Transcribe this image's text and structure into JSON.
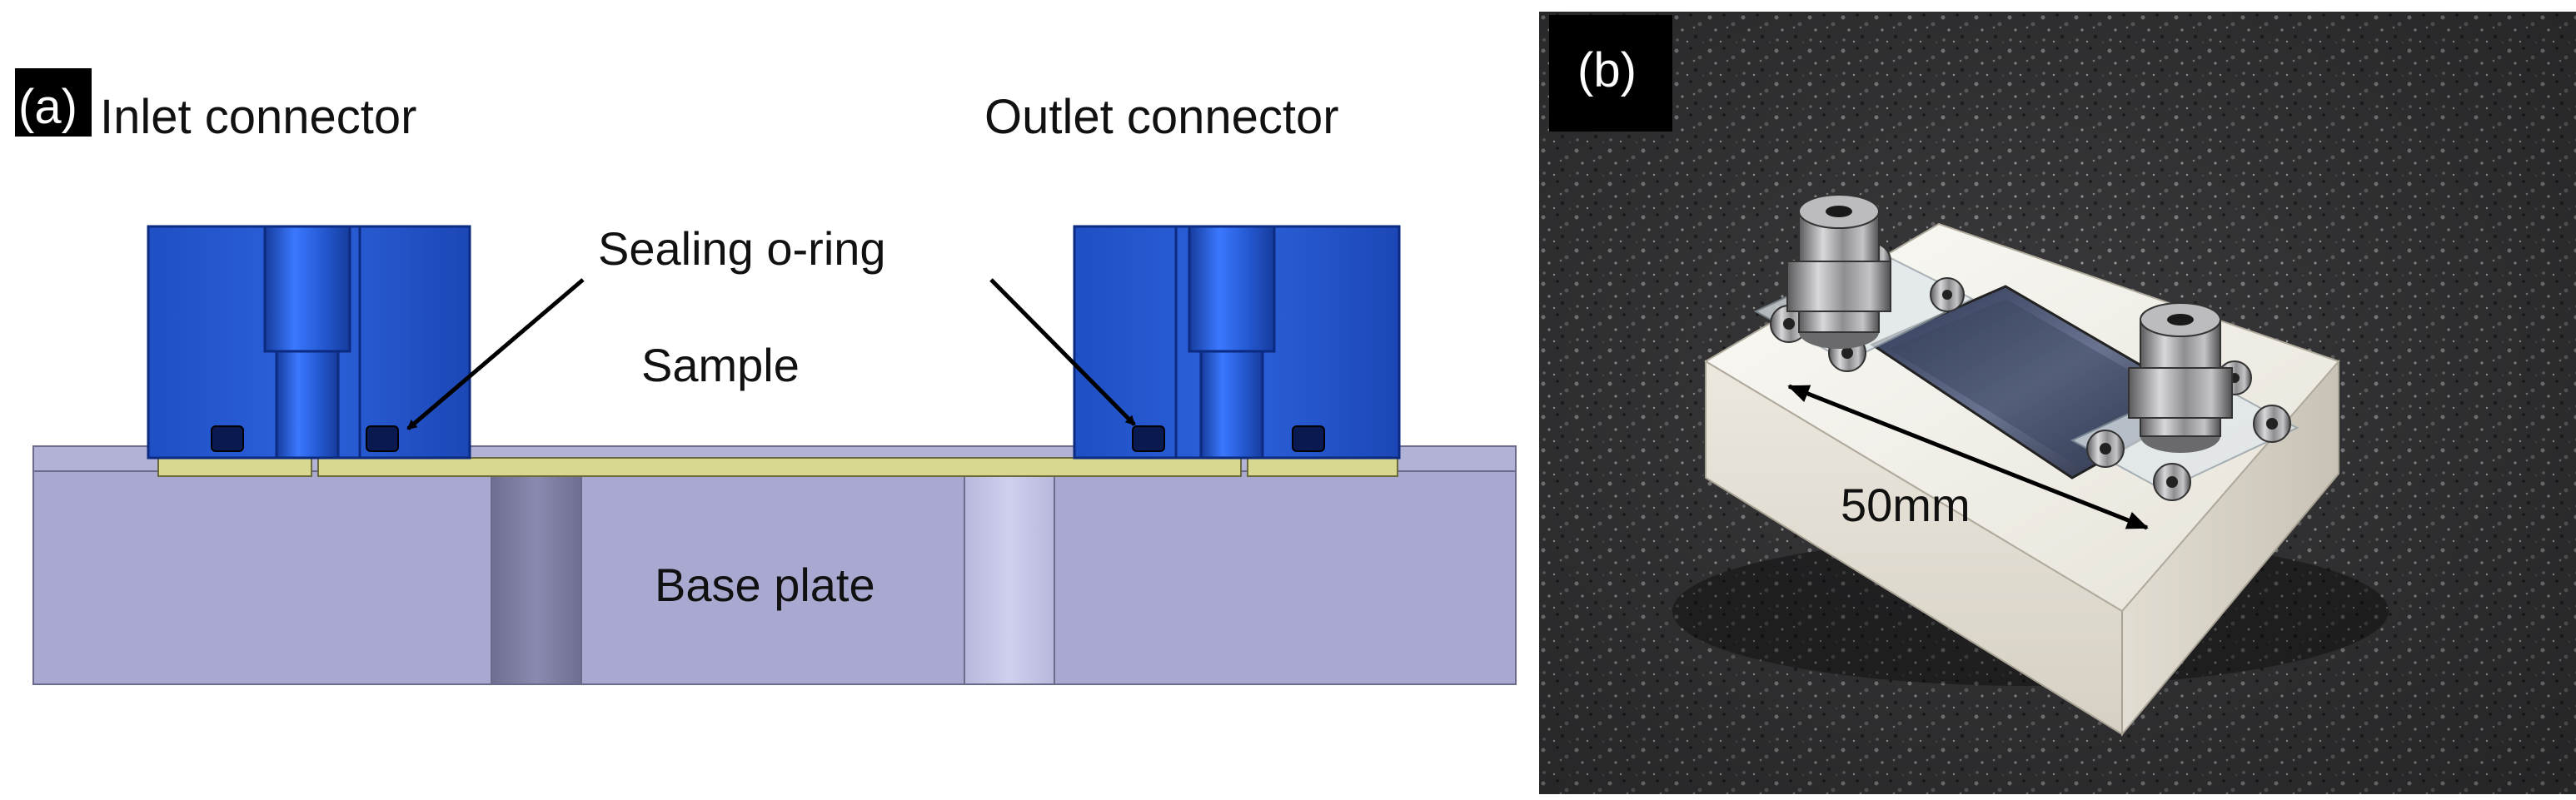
{
  "panel_a": {
    "tag": "(a)",
    "labels": {
      "inlet": "Inlet connector",
      "outlet": "Outlet connector",
      "oring": "Sealing o-ring",
      "sample": "Sample",
      "base": "Base plate"
    }
  },
  "panel_b": {
    "tag": "(b)",
    "dimension": "50mm"
  },
  "colors": {
    "connector_blue": "#2050c8",
    "base_plate": "#a8a8d0",
    "sample_strip": "#d8d890",
    "device_body": "#f2f0ea",
    "granite": "#3a3a3c"
  }
}
